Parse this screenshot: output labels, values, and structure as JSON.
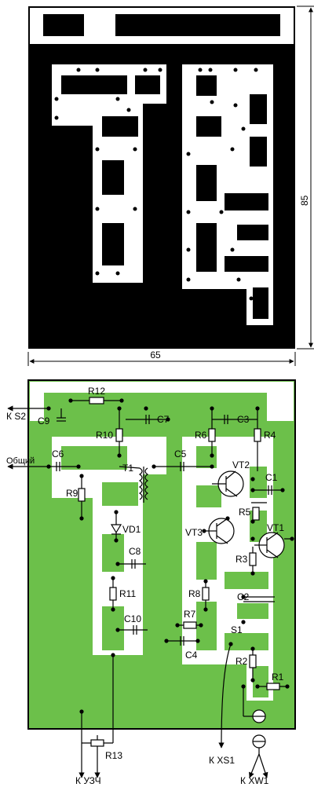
{
  "dimensions": {
    "width": "65",
    "height": "85"
  },
  "components": {
    "R1": "R1",
    "R2": "R2",
    "R3": "R3",
    "R4": "R4",
    "R5": "R5",
    "R6": "R6",
    "R7": "R7",
    "R8": "R8",
    "R9": "R9",
    "R10": "R10",
    "R11": "R11",
    "R12": "R12",
    "R13": "R13",
    "C1": "C1",
    "C2": "C2",
    "C3": "C3",
    "C4": "C4",
    "C5": "C5",
    "C6": "C6",
    "C7": "C7",
    "C8": "C8",
    "C9": "C9",
    "C10": "C10",
    "T1": "T1",
    "VT1": "VT1",
    "VT2": "VT2",
    "VT3": "VT3",
    "VD1": "VD1",
    "S1": "S1"
  },
  "connectors": {
    "ks2": "К S2",
    "common": "Общий",
    "uzch": "К УЗЧ",
    "xs1": "К XS1",
    "xw1": "К XW1"
  },
  "colors": {
    "copper": "#6cc04a",
    "board": "#ffffff",
    "mask": "#000000"
  }
}
